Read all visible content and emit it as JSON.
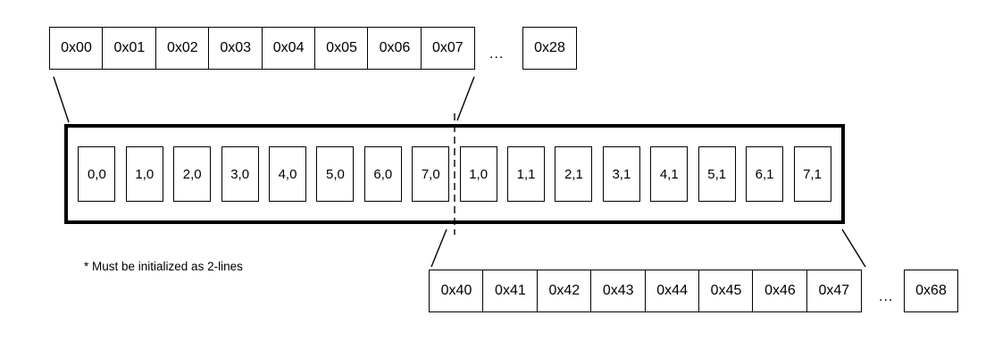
{
  "diagram": {
    "top_row": {
      "cells": [
        "0x00",
        "0x01",
        "0x02",
        "0x03",
        "0x04",
        "0x05",
        "0x06",
        "0x07"
      ],
      "ellipsis": "...",
      "last_cell": "0x28"
    },
    "display": {
      "cells": [
        "0,0",
        "1,0",
        "2,0",
        "3,0",
        "4,0",
        "5,0",
        "6,0",
        "7,0",
        "1,0",
        "1,1",
        "2,1",
        "3,1",
        "4,1",
        "5,1",
        "6,1",
        "7,1"
      ]
    },
    "bottom_row": {
      "cells": [
        "0x40",
        "0x41",
        "0x42",
        "0x43",
        "0x44",
        "0x45",
        "0x46",
        "0x47"
      ],
      "ellipsis": "...",
      "last_cell": "0x68"
    },
    "note": "* Must be initialized as 2-lines"
  }
}
